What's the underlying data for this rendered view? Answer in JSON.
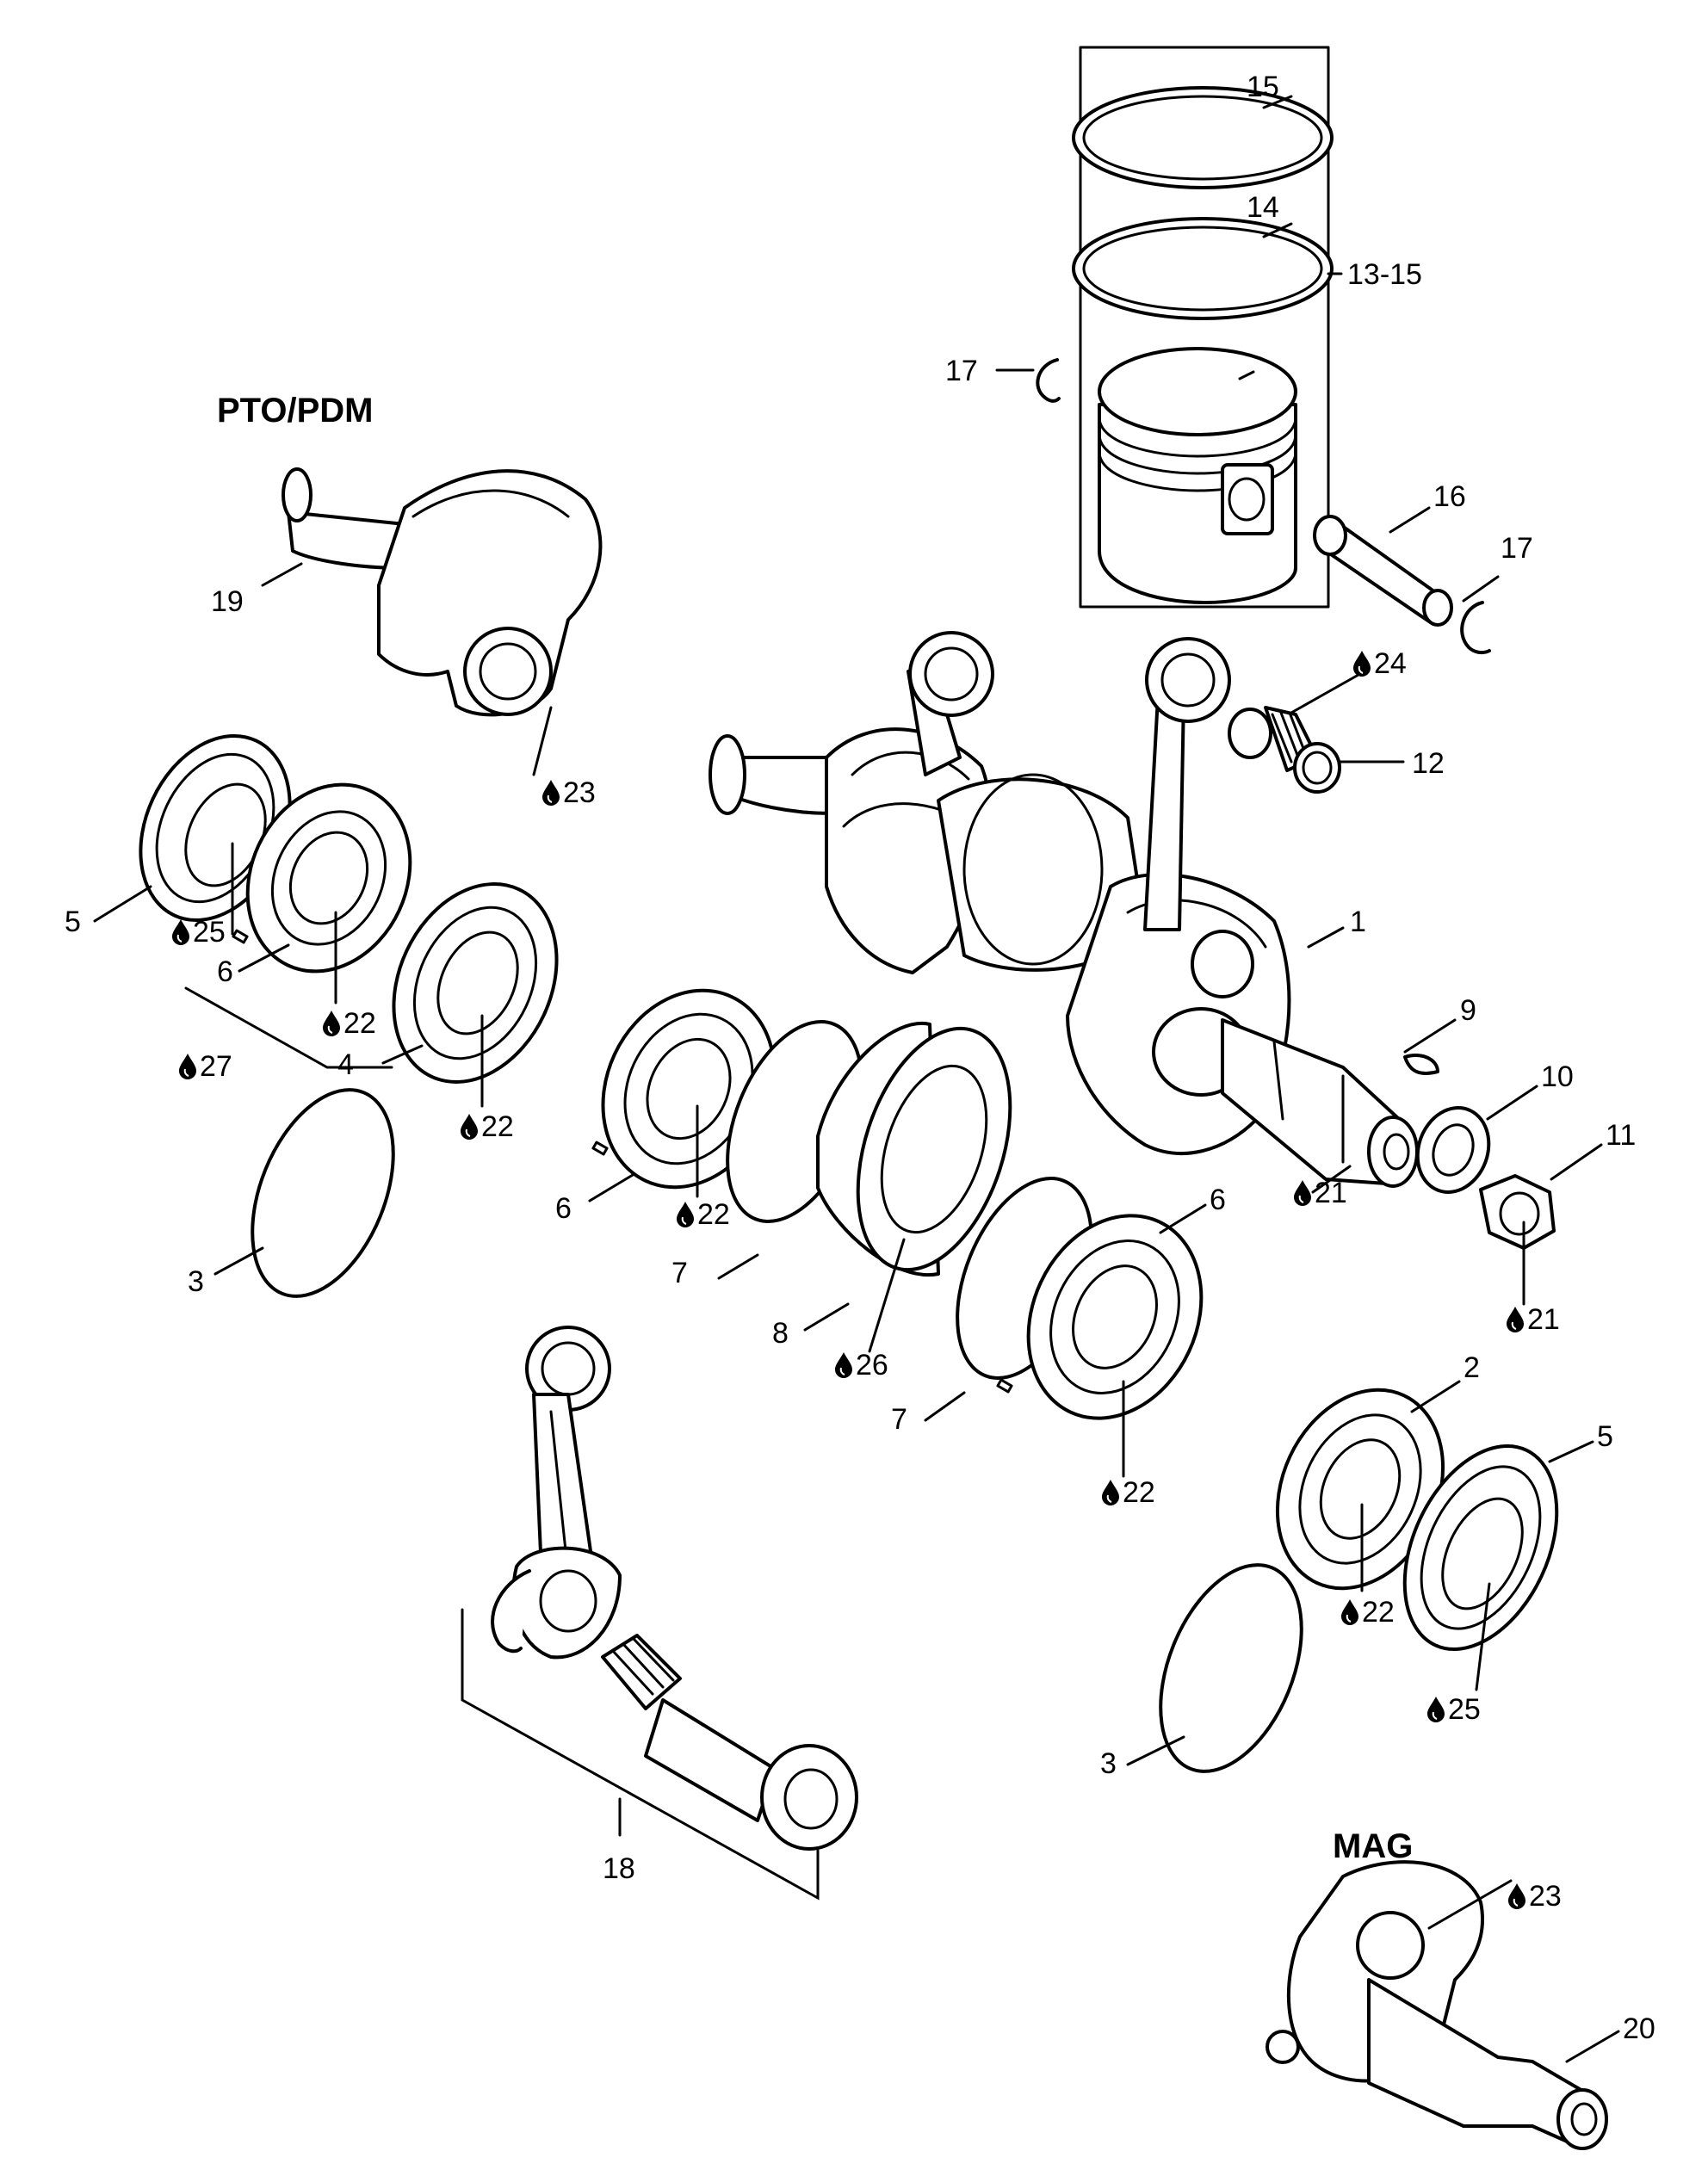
{
  "section_labels": {
    "pto": "PTO/PDM",
    "mag": "MAG"
  },
  "callouts": {
    "c15": "15",
    "c14": "14",
    "c13_15": "13-15",
    "c17_left": "17",
    "c16": "16",
    "c17_right": "17",
    "c19": "19",
    "c24": "24",
    "c12": "12",
    "c23_pto": "23",
    "c5_left": "5",
    "c25_left": "25",
    "c6_left": "6",
    "c22_a": "22",
    "c4": "4",
    "c22_b": "22",
    "c27": "27",
    "c3_left": "3",
    "c1": "1",
    "c9": "9",
    "c10": "10",
    "c11": "11",
    "c6_mid": "6",
    "c22_c": "22",
    "c21_a": "21",
    "c21_b": "21",
    "c7_mid": "7",
    "c8": "8",
    "c26": "26",
    "c6_right": "6",
    "c7_right": "7",
    "c22_d": "22",
    "c2": "2",
    "c5_right": "5",
    "c22_e": "22",
    "c25_right": "25",
    "c3_right": "3",
    "c18": "18",
    "c23_mag": "23",
    "c20": "20"
  },
  "icons": {
    "lubricant_drop": "drop-icon"
  }
}
